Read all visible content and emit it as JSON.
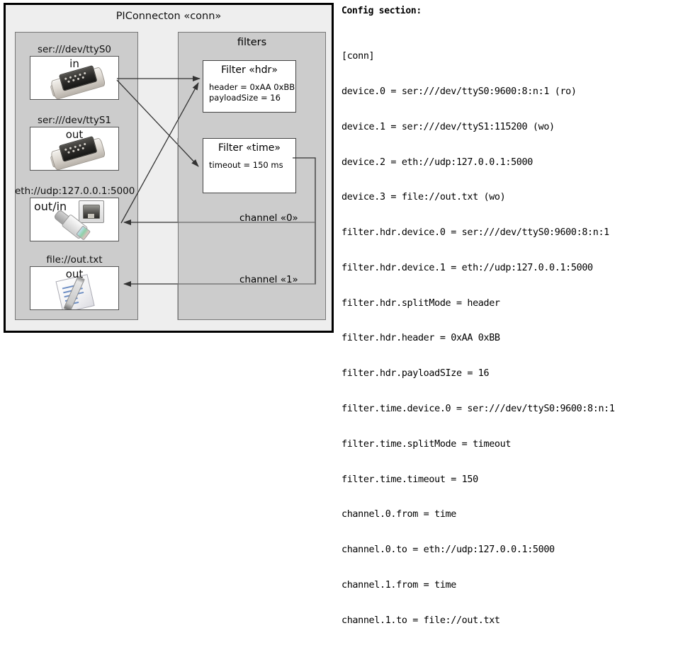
{
  "component": {
    "title": "PIConnecton «conn»",
    "devices_panel": {
      "title": "",
      "items": [
        {
          "label": "ser:///dev/ttyS0",
          "direction": "in",
          "icon": "serial-port-icon"
        },
        {
          "label": "ser:///dev/ttyS1",
          "direction": "out",
          "icon": "serial-port-icon"
        },
        {
          "label": "eth://udp:127.0.0.1:5000",
          "direction": "out/in",
          "icon": "ethernet-icon"
        },
        {
          "label": "file://out.txt",
          "direction": "out",
          "icon": "text-file-icon"
        }
      ]
    },
    "filters_panel": {
      "title": "filters",
      "filters": [
        {
          "title": "Filter «hdr»",
          "props": [
            "header = 0xAA 0xBB",
            "payloadSize = 16"
          ]
        },
        {
          "title": "Filter «time»",
          "props": [
            "timeout = 150 ms"
          ]
        }
      ]
    },
    "channels": [
      {
        "label": "channel «0»"
      },
      {
        "label": "channel «1»"
      }
    ]
  },
  "config": {
    "heading": "Config section:",
    "lines": [
      "[conn]",
      "device.0 = ser:///dev/ttyS0:9600:8:n:1 (ro)",
      "device.1 = ser:///dev/ttyS1:115200 (wo)",
      "device.2 = eth://udp:127.0.0.1:5000",
      "device.3 = file://out.txt (wo)",
      "filter.hdr.device.0 = ser:///dev/ttyS0:9600:8:n:1",
      "filter.hdr.device.1 = eth://udp:127.0.0.1:5000",
      "filter.hdr.splitMode = header",
      "filter.hdr.header = 0xAA 0xBB",
      "filter.hdr.payloadSIze = 16",
      "filter.time.device.0 = ser:///dev/ttyS0:9600:8:n:1",
      "filter.time.splitMode = timeout",
      "filter.time.timeout = 150",
      "channel.0.from = time",
      "channel.0.to = eth://udp:127.0.0.1:5000",
      "channel.1.from = time",
      "channel.1.to = file://out.txt"
    ]
  },
  "colors": {
    "frame_border": "#000000",
    "frame_fill": "#eeeeee",
    "panel_fill": "#cccccc",
    "panel_border": "#777777",
    "box_fill": "#ffffff",
    "box_border": "#555555",
    "connector_stroke": "#333333"
  }
}
